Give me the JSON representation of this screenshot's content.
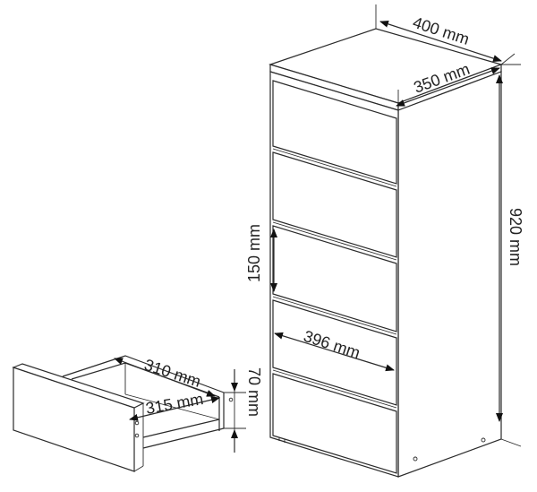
{
  "dimensions": {
    "top_width": "400 mm",
    "top_depth": "350 mm",
    "height": "920 mm",
    "drawer_height": "150 mm",
    "drawer_front_width": "396 mm",
    "drawer_inner_width": "310 mm",
    "drawer_inner_depth": "315 mm",
    "drawer_box_height": "70 mm"
  },
  "colors": {
    "line": "#2b2b2b",
    "background": "#ffffff"
  }
}
